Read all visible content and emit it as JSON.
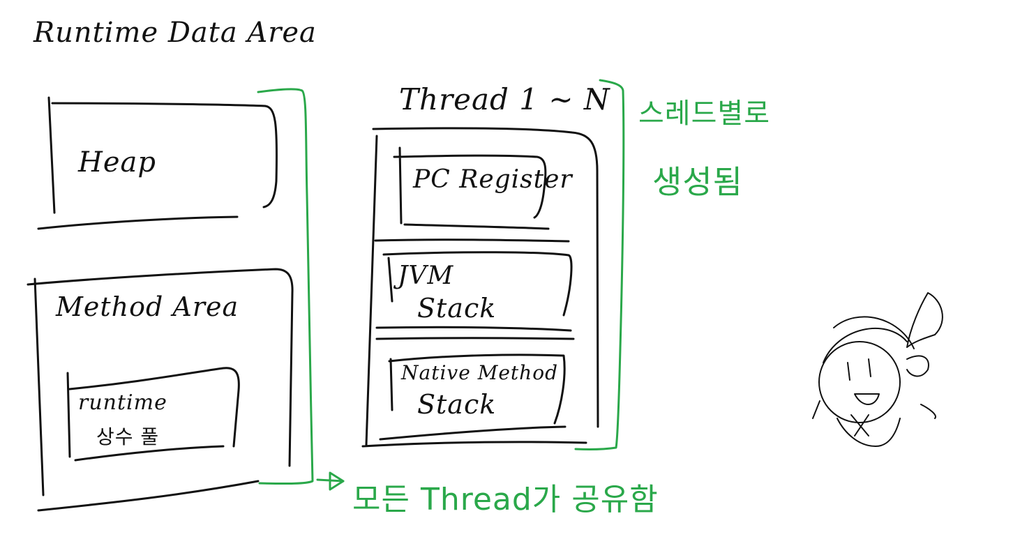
{
  "title": "Runtime Data Area",
  "shared": {
    "heap": "Heap",
    "method_area": "Method Area",
    "runtime_pool_line1": "runtime",
    "runtime_pool_line2": "상수 풀"
  },
  "per_thread": {
    "header": "Thread 1 ~ N",
    "pc_register": "PC Register",
    "jvm_stack_line1": "JVM",
    "jvm_stack_line2": "Stack",
    "native_stack_line1": "Native Method",
    "native_stack_line2": "Stack"
  },
  "annotations": {
    "per_thread_line1": "스레드별로",
    "per_thread_line2": "생성됨",
    "shared_note": "모든 Thread가 공유함"
  },
  "colors": {
    "ink": "#111111",
    "annotation": "#2aa84a"
  }
}
